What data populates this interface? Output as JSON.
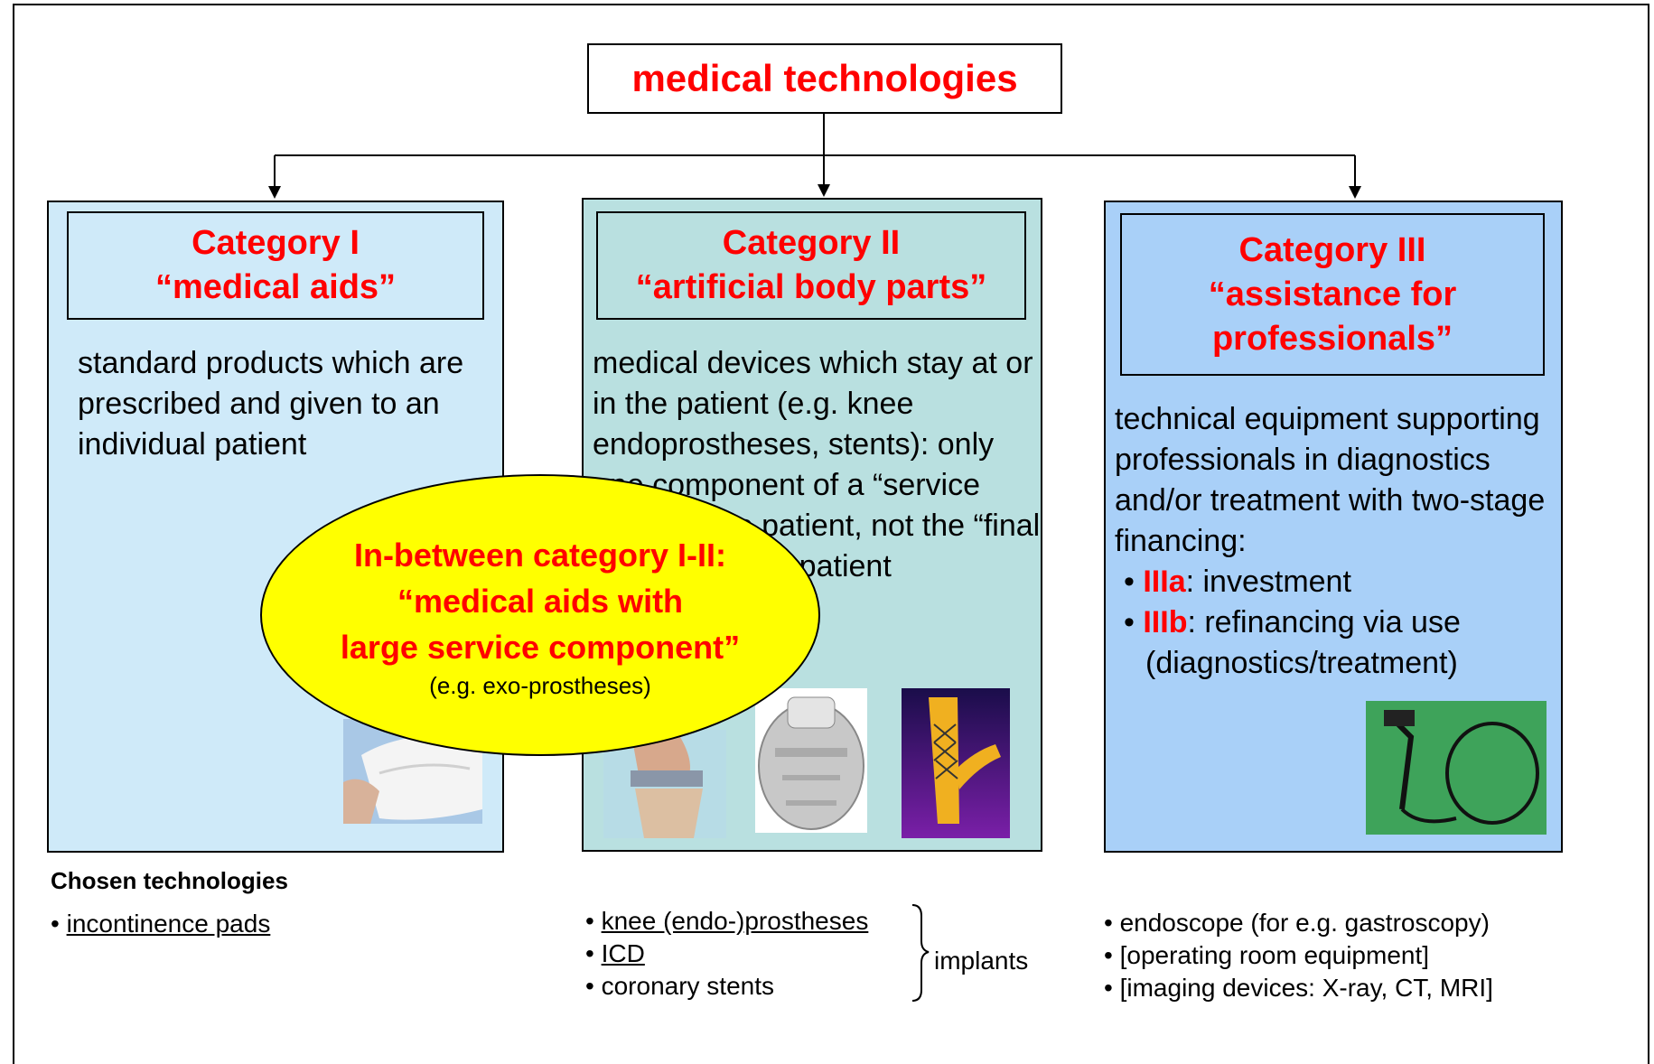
{
  "root": {
    "label": "medical technologies"
  },
  "categories": [
    {
      "title": "Category I",
      "subtitle": "“medical aids”",
      "description": "standard products which are prescribed and given to an individual patient",
      "image": "incontinence-pad-photo"
    },
    {
      "title": "Category II",
      "subtitle": "“artificial body parts”",
      "description": "medical devices which stay at or in the patient (e.g. knee endoprostheses, stents): only one component of a “service package” to patient, not the “final product” to the patient",
      "images": [
        "knee-prosthesis-photo",
        "icd-device-photo",
        "coronary-stent-photo"
      ]
    },
    {
      "title": "Category III",
      "subtitle_line1": "“assistance for",
      "subtitle_line2": "professionals”",
      "description": "technical equipment supporting professionals in diagnostics and/or treatment with two-stage financing:",
      "bullets": [
        {
          "code": "IIIa",
          "text": ": investment"
        },
        {
          "code": "IIIb",
          "text": ": refinancing via use",
          "continuation": "(diagnostics/treatment)"
        }
      ],
      "image": "endoscope-photo"
    }
  ],
  "inbetween": {
    "line1": "In-between category I-II:",
    "line2": "“medical aids with",
    "line3": "large service component”",
    "example": "(e.g. exo-prostheses)"
  },
  "chosen": {
    "heading": "Chosen technologies",
    "cat1": [
      "incontinence pads"
    ],
    "cat2": [
      "knee (endo-)prostheses",
      "ICD",
      "coronary stents"
    ],
    "cat2_group_label": "implants",
    "cat3": [
      "endoscope (for e.g. gastroscopy)",
      "[operating room equipment]",
      "[imaging devices: X-ray, CT, MRI]"
    ]
  },
  "colors": {
    "title_red": "#ff0000",
    "cat1_fill": "#cfeaf9",
    "cat2_fill": "#b9e0e0",
    "cat3_fill": "#a9d0f8",
    "ellipse_fill": "#ffff00"
  }
}
